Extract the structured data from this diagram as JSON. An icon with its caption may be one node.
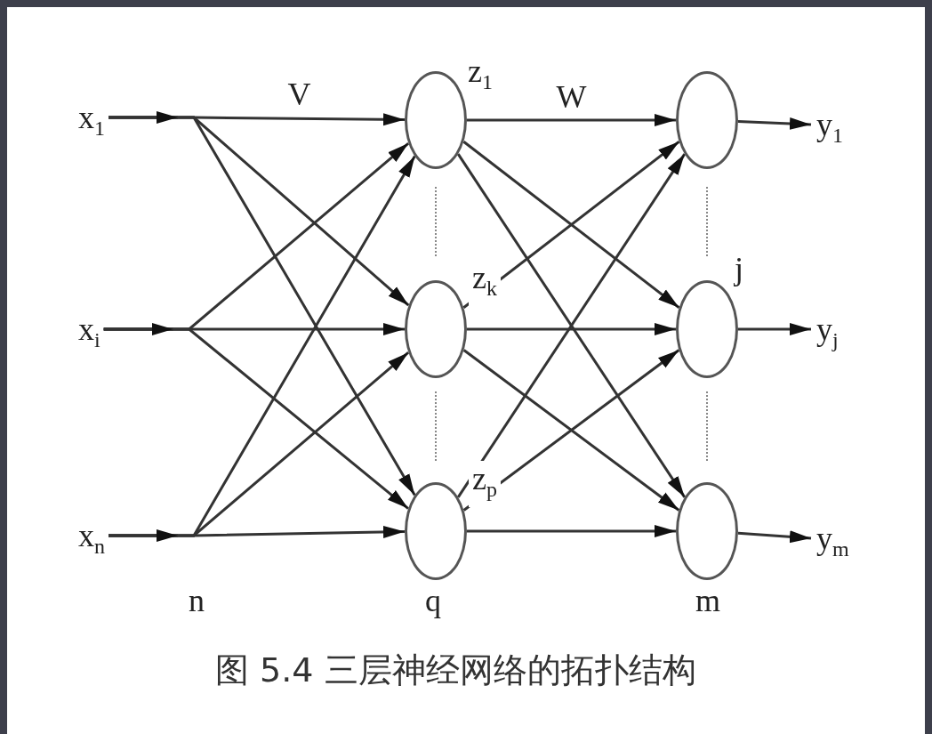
{
  "diagram": {
    "caption": "图 5.4 三层神经网络的拓扑结构",
    "nodes": [
      {
        "text": [
          "x$_{1}$"
        ]
      },
      {
        "text": [
          "x$_{i}$"
        ]
      },
      {
        "text": [
          "x$_{n}$"
        ]
      },
      {
        "text": [],
        "shape": "circle",
        "beside": [
          "z$_{1}$"
        ]
      },
      {
        "text": [],
        "shape": "circle",
        "beside": [
          "z$_{k}$"
        ]
      },
      {
        "text": [],
        "shape": "circle",
        "beside": [
          "z$_{p}$"
        ]
      },
      {
        "text": [],
        "shape": "circle"
      },
      {
        "text": [],
        "shape": "circle",
        "beside": [
          "j"
        ]
      },
      {
        "text": [],
        "shape": "circle"
      },
      {
        "text": [
          "y$_{1}$"
        ]
      },
      {
        "text": [
          "y$_{j}$"
        ]
      },
      {
        "text": [
          "y$_{m}$"
        ]
      }
    ],
    "edges": [
      {
        "from": 0,
        "to": 3,
        "arrow": "to",
        "label": "V"
      },
      {
        "from": 0,
        "to": 4,
        "arrow": "to"
      },
      {
        "from": 0,
        "to": 5,
        "arrow": "to"
      },
      {
        "from": 1,
        "to": 3,
        "arrow": "to"
      },
      {
        "from": 1,
        "to": 4,
        "arrow": "to"
      },
      {
        "from": 1,
        "to": 5,
        "arrow": "to"
      },
      {
        "from": 2,
        "to": 3,
        "arrow": "to"
      },
      {
        "from": 2,
        "to": 4,
        "arrow": "to"
      },
      {
        "from": 2,
        "to": 5,
        "arrow": "to"
      },
      {
        "from": 3,
        "to": 6,
        "arrow": "to",
        "label": "W"
      },
      {
        "from": 3,
        "to": 7,
        "arrow": "to"
      },
      {
        "from": 3,
        "to": 8,
        "arrow": "to"
      },
      {
        "from": 4,
        "to": 6,
        "arrow": "to"
      },
      {
        "from": 4,
        "to": 7,
        "arrow": "to"
      },
      {
        "from": 4,
        "to": 8,
        "arrow": "to"
      },
      {
        "from": 5,
        "to": 6,
        "arrow": "to"
      },
      {
        "from": 5,
        "to": 7,
        "arrow": "to"
      },
      {
        "from": 5,
        "to": 8,
        "arrow": "to"
      },
      {
        "from": 6,
        "to": 9,
        "arrow": "to"
      },
      {
        "from": 7,
        "to": 10,
        "arrow": "to"
      },
      {
        "from": 8,
        "to": 11,
        "arrow": "to"
      }
    ],
    "labels": [
      "n",
      "q",
      "m"
    ]
  }
}
